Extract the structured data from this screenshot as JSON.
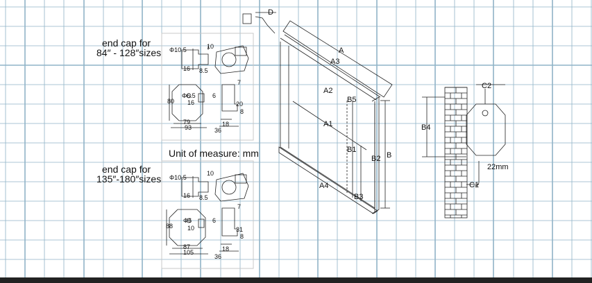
{
  "labels": {
    "caption_top_l1": "end cap for",
    "caption_top_l2": "84″ - 128″sizes",
    "caption_bot_l1": "end cap for",
    "caption_bot_l2": "135″-180″sizes",
    "unit": "Unit of measure: mm"
  },
  "endcap_small": {
    "phi": "Φ10.5",
    "d10": "10",
    "d16": "16",
    "d8_5": "8.5",
    "phi2": "Φ6.5",
    "d6": "6",
    "d16b": "16",
    "d80": "80",
    "d79": "79",
    "d93": "93",
    "d7": "7",
    "d20": "20",
    "d8": "8",
    "d18": "18",
    "d36": "36"
  },
  "endcap_large": {
    "phi": "Φ10.5",
    "d10": "10",
    "d16": "16",
    "d8_5": "8.5",
    "phi2": "Φ6",
    "d6": "6",
    "d10b": "10",
    "d88": "88",
    "d87": "87",
    "d105": "105",
    "d7": "7",
    "d31": "31",
    "d8": "8",
    "d18": "18",
    "d36": "36"
  },
  "blind": {
    "D": "D",
    "A": "A",
    "A3": "A3",
    "A2": "A2",
    "B5": "B5",
    "A1": "A1",
    "B1": "B1",
    "B2": "B2",
    "B": "B",
    "A4": "A4",
    "B3": "B3"
  },
  "bracket": {
    "C2": "C2",
    "B4": "B4",
    "C1": "C1",
    "d22": "22mm"
  },
  "colors": {
    "grid": "#8fb3c7",
    "line": "#222222",
    "panel": "#c8c8c8"
  }
}
